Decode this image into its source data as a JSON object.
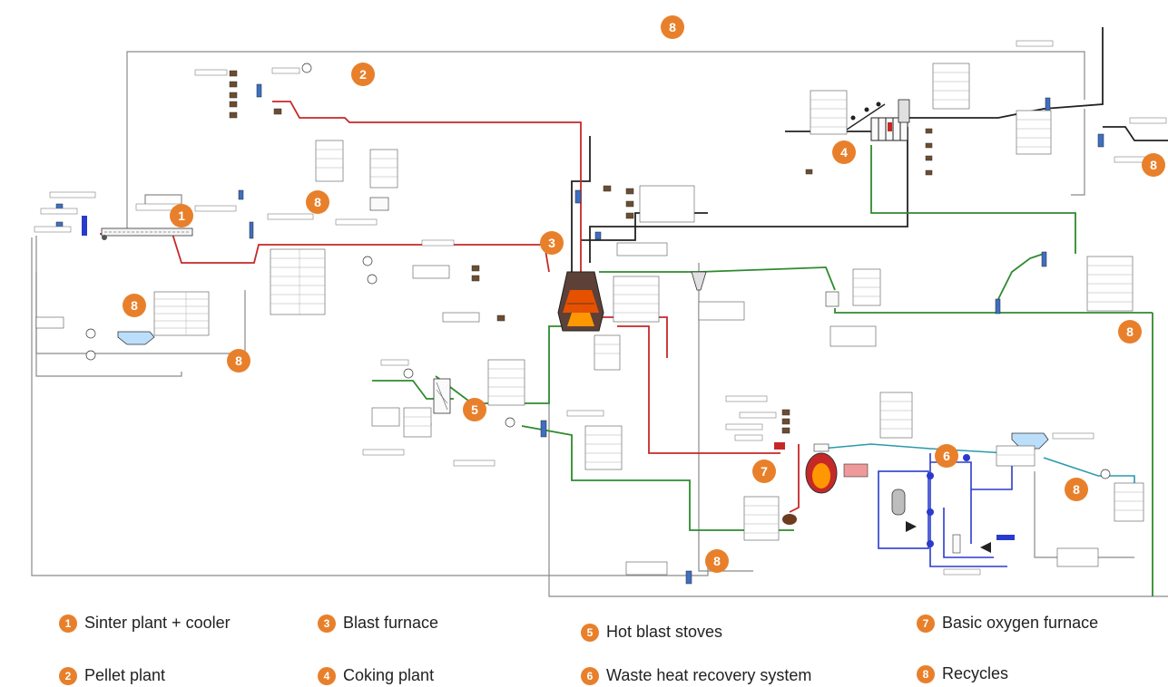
{
  "colors": {
    "badge": "#e8802b",
    "stream_red": "#c62828",
    "stream_green": "#2e8b2e",
    "stream_black": "#222222",
    "stream_gray": "#8a8a8a",
    "stream_blue": "#2a3bcc",
    "stream_teal": "#2a9aaa"
  },
  "diagram": {
    "sections": [
      {
        "number": "1",
        "name": "Sinter plant + cooler"
      },
      {
        "number": "2",
        "name": "Pellet plant"
      },
      {
        "number": "3",
        "name": "Blast furnace"
      },
      {
        "number": "4",
        "name": "Coking plant"
      },
      {
        "number": "5",
        "name": "Hot blast stoves"
      },
      {
        "number": "6",
        "name": "Waste heat recovery system"
      },
      {
        "number": "7",
        "name": "Basic oxygen furnace"
      },
      {
        "number": "8",
        "name": "Recycles"
      }
    ],
    "badges": [
      "8",
      "2",
      "4",
      "8",
      "8",
      "1",
      "3",
      "8",
      "8",
      "8",
      "5",
      "6",
      "7",
      "8",
      "8"
    ]
  },
  "legend": {
    "items": [
      {
        "number": "1",
        "label": "Sinter plant + cooler"
      },
      {
        "number": "2",
        "label": "Pellet plant"
      },
      {
        "number": "3",
        "label": "Blast furnace"
      },
      {
        "number": "4",
        "label": "Coking plant"
      },
      {
        "number": "5",
        "label": "Hot blast stoves"
      },
      {
        "number": "6",
        "label": "Waste heat recovery system"
      },
      {
        "number": "7",
        "label": "Basic oxygen furnace"
      },
      {
        "number": "8",
        "label": "Recycles"
      }
    ]
  }
}
